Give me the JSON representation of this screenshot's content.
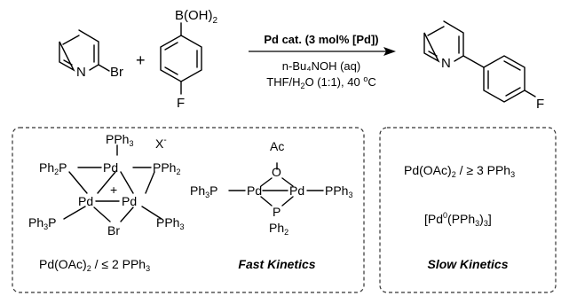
{
  "reactants": {
    "bromopyridine": {
      "N": "N",
      "Br": "Br"
    },
    "boronic_acid": {
      "boron_group": "B(OH)",
      "boron_sub": "2",
      "F": "F"
    },
    "plus": "+"
  },
  "product": {
    "N": "N",
    "F": "F"
  },
  "conditions": {
    "catalyst": "Pd cat. (3 mol% [Pd])",
    "base": "n-Bu₄NOH (aq)",
    "solvent_a": "THF/H",
    "solvent_sub": "2",
    "solvent_b": "O (1:1), 40 ",
    "deg_sup": "o",
    "solvent_c": "C"
  },
  "fast_box": {
    "cluster": {
      "pph3_top": "PPh",
      "pph3_top_sub": "3",
      "counterion": "X",
      "counterion_sup": "-",
      "ph2p_left": "Ph",
      "ph2p_left_sub": "2",
      "ph2p_left_p": "P",
      "pd_top": "Pd",
      "pph2_right": "PPh",
      "pph2_right_sub": "2",
      "charge": "+",
      "pd_left": "Pd",
      "pd_right": "Pd",
      "ph3p_left": "Ph",
      "ph3p_left_sub": "3",
      "ph3p_left_p": "P",
      "pph3_right": "PPh",
      "pph3_right_sub": "3",
      "br": "Br"
    },
    "dimer": {
      "ac": "Ac",
      "o": "O",
      "ph3p": "Ph",
      "ph3p_sub": "3",
      "ph3p_p": "P",
      "pd1": "Pd",
      "pd2": "Pd",
      "pph3": "PPh",
      "pph3_sub": "3",
      "p": "P",
      "ph2": "Ph",
      "ph2_sub": "2"
    },
    "caption_a": "Pd(OAc)",
    "caption_sub": "2",
    "caption_b": " / ≤ 2 PPh",
    "caption_sub2": "3",
    "label": "Fast Kinetics"
  },
  "slow_box": {
    "line1_a": "Pd(OAc)",
    "line1_sub": "2",
    "line1_b": " / ≥ 3 PPh",
    "line1_sub2": "3",
    "line2_a": "[Pd",
    "line2_sup": "0",
    "line2_b": "(PPh",
    "line2_sub": "3",
    "line2_c": ")",
    "line2_sub2": "3",
    "line2_d": "]",
    "label": "Slow Kinetics"
  }
}
